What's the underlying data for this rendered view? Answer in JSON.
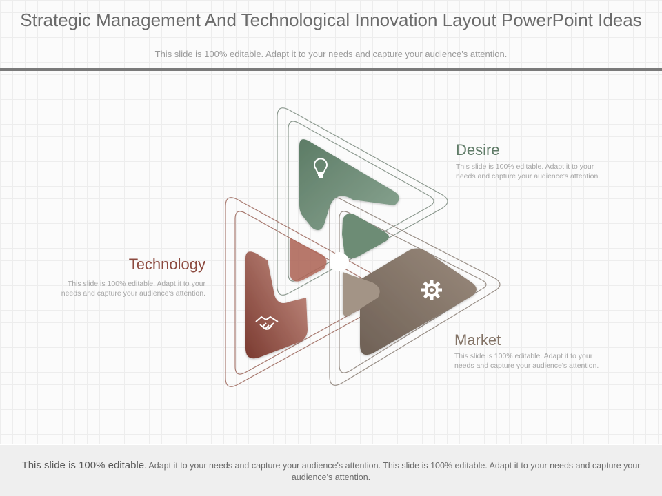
{
  "header": {
    "title": "Strategic Management And Technological Innovation Layout PowerPoint Ideas",
    "subtitle": "This slide is 100% editable. Adapt it to your needs and capture your audience’s attention."
  },
  "segments": [
    {
      "heading": "Desire",
      "body": "This slide is 100% editable. Adapt it to your needs and capture your audience's attention.",
      "color": "#6b8a72",
      "icon": "lightbulb-icon"
    },
    {
      "heading": "Technology",
      "body": "This slide is 100% editable. Adapt it to your needs and capture your audience's attention.",
      "color": "#8c4a3f",
      "icon": "handshake-icon"
    },
    {
      "heading": "Market",
      "body": "This slide is 100% editable. Adapt it to your needs and capture your audience's attention.",
      "color": "#837366",
      "icon": "gear-icon"
    }
  ],
  "footer": {
    "lead": "This slide is 100% editable",
    "rest": ". Adapt it to your needs and capture your audience's attention. This slide is 100% editable. Adapt it to your needs and capture your audience's attention."
  }
}
